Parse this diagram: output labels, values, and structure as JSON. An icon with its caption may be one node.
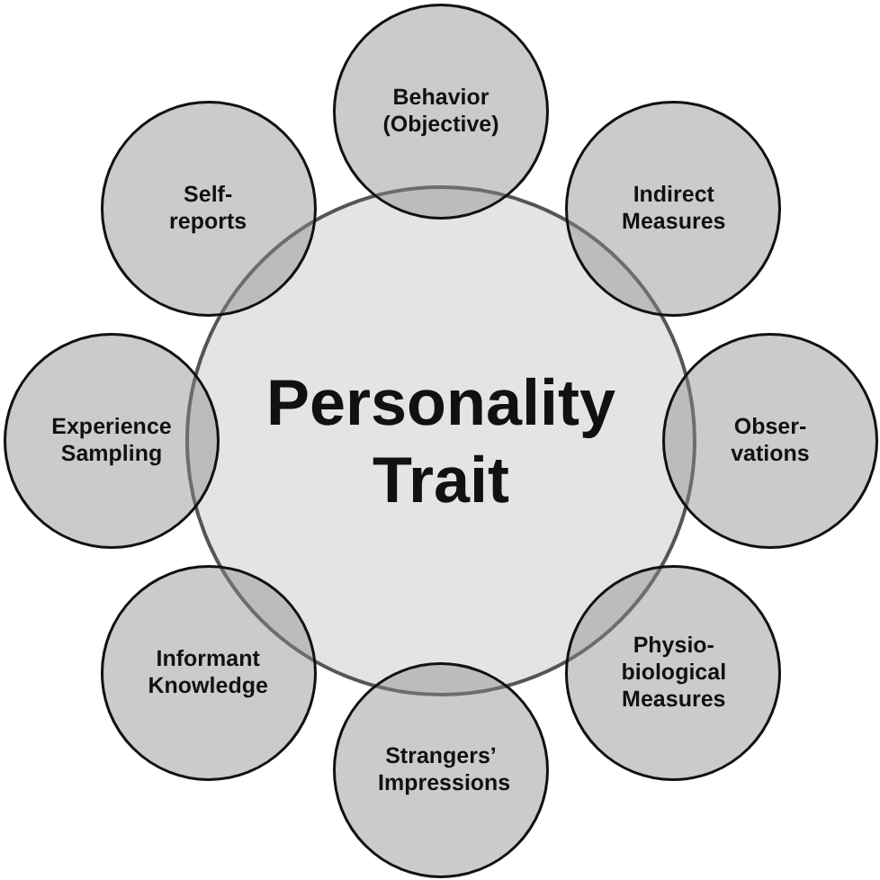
{
  "diagram": {
    "nodes": [
      {
        "text": [
          "Personality Trait"
        ]
      },
      {
        "text": [
          "Behavior (Objective)"
        ]
      },
      {
        "text": [
          "Indirect Measures"
        ]
      },
      {
        "text": [
          "Obser-vations"
        ]
      },
      {
        "text": [
          "Physio-biological Measures"
        ]
      },
      {
        "text": [
          "Strangers’ Impressions"
        ]
      },
      {
        "text": [
          "Informant Knowledge"
        ]
      },
      {
        "text": [
          "Experience Sampling"
        ]
      },
      {
        "text": [
          "Self-reports"
        ]
      }
    ],
    "edges": []
  }
}
